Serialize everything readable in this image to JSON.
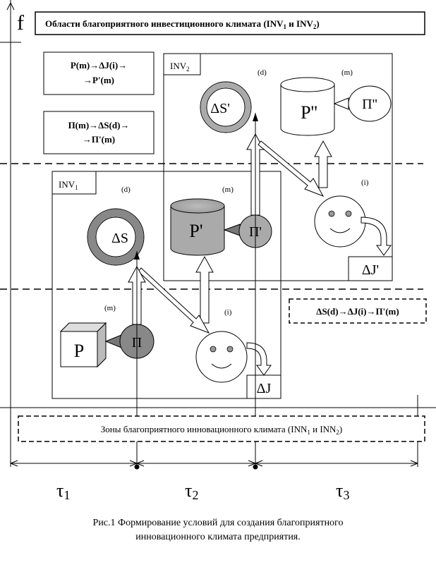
{
  "axis": {
    "f_label": "f",
    "tau1": "τ",
    "tau1_sub": "1",
    "tau2": "τ",
    "tau2_sub": "2",
    "tau3": "τ",
    "tau3_sub": "3"
  },
  "header": {
    "title_pre": "Области благоприятного инвестиционного климата (INV",
    "title_sub1": "1",
    "title_mid": " и INV",
    "title_sub2": "2",
    "title_post": ")"
  },
  "formulas": {
    "f1_line1": "P(m)→ΔJ(i)→",
    "f1_line2": "→P'(m)",
    "f2_line1": "П(m)→ΔS(d)→",
    "f2_line2": "→П'(m)",
    "f3": "ΔS(d)→ΔJ(i)→П'(m)"
  },
  "inv2": {
    "label": "INV",
    "label_sub": "2",
    "tag_d": "(d)",
    "tag_m": "(m)",
    "tag_i": "(i)",
    "ring_label": "ΔS'",
    "cyl_label": "P''",
    "circle_label": "П''",
    "dj_label": "ΔJ'"
  },
  "inv1": {
    "label": "INV",
    "label_sub": "1",
    "tag_d": "(d)",
    "tag_m": "(m)",
    "tag_m2": "(m)",
    "tag_i": "(i)",
    "ring_label": "ΔS",
    "cyl_label": "P'",
    "circle_pi1": "П'",
    "cube_label": "P",
    "circle_pi": "П",
    "dj_label": "ΔJ"
  },
  "footer_zone": {
    "text_pre": "Зоны благоприятного инновационного климата (INN",
    "sub1": "1",
    "mid": " и INN",
    "sub2": "2",
    "post": ")"
  },
  "caption": {
    "line1": "Рис.1 Формирование условий для создания благоприятного",
    "line2": "инновационного климата предприятия."
  }
}
